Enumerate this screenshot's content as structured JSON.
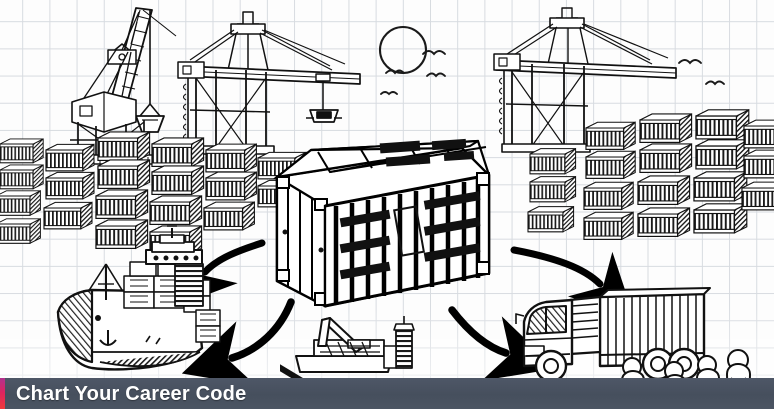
{
  "banner": {
    "title": "Chart Your Career Code",
    "accent_color_start": "#b0338f",
    "accent_color_end": "#ef3b3b",
    "background_color": "#4a5362",
    "text_color": "#ffffff"
  },
  "scene": {
    "style": "black-and-white line art on graph paper",
    "grid_color": "#d7dbe0",
    "ink_color": "#111111",
    "paper_color": "#fdfdfd",
    "description": "Shipping port logistics illustration",
    "elements": [
      {
        "name": "sun",
        "label": "sun"
      },
      {
        "name": "birds",
        "label": "birds"
      },
      {
        "name": "gantry-crane-left",
        "label": "port crane with grab hook"
      },
      {
        "name": "gantry-crane-center",
        "label": "gantry crane with spreader"
      },
      {
        "name": "gantry-crane-right",
        "label": "gantry crane"
      },
      {
        "name": "container-stack-left",
        "label": "stacked shipping containers"
      },
      {
        "name": "container-stack-right",
        "label": "stacked shipping containers"
      },
      {
        "name": "central-container",
        "label": "large open shipping container"
      },
      {
        "name": "cargo-ship",
        "label": "container cargo ship"
      },
      {
        "name": "crane-barge",
        "label": "crane barge"
      },
      {
        "name": "delivery-truck",
        "label": "delivery truck"
      },
      {
        "name": "dock-workers",
        "label": "four dock workers"
      },
      {
        "name": "arrow-to-ship-upper",
        "label": "curved arrow to ship"
      },
      {
        "name": "arrow-to-ship-lower",
        "label": "curved arrow to ship"
      },
      {
        "name": "arrow-to-truck-upper",
        "label": "curved arrow to truck"
      },
      {
        "name": "arrow-to-truck-lower",
        "label": "curved arrow to truck"
      }
    ]
  }
}
